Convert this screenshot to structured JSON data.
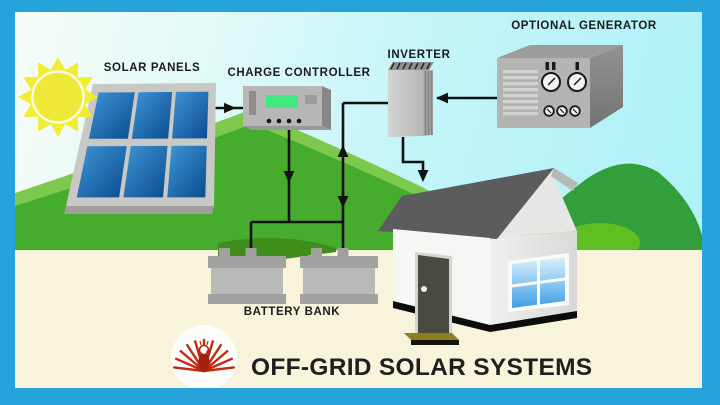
{
  "slide": {
    "labels": {
      "solar_panels": "SOLAR PANELS",
      "charge_controller": "CHARGE CONTROLLER",
      "inverter": "INVERTER",
      "optional_generator": "OPTIONAL GENERATOR",
      "battery_bank": "BATTERY BANK"
    },
    "footer": {
      "title": "OFF-GRID SOLAR SYSTEMS",
      "logo": "phoenix-logo"
    },
    "connections": [
      {
        "from": "solar-panels",
        "to": "charge-controller",
        "direction": "one-way"
      },
      {
        "from": "charge-controller",
        "to": "battery-bank",
        "direction": "one-way"
      },
      {
        "from": "battery-bank",
        "to": "inverter",
        "direction": "two-way"
      },
      {
        "from": "optional-generator",
        "to": "inverter",
        "direction": "one-way"
      },
      {
        "from": "inverter",
        "to": "house",
        "direction": "one-way"
      }
    ],
    "palette": {
      "border_blue": "#27a3db",
      "sky_light": "#f7fcf9",
      "sky_cyan": "#aaf1f8",
      "hill_rim_green": "#7cc94e",
      "hill_main_green": "#46ac2e",
      "hill_back_green": "#339f3b",
      "hill_dark_green": "#3f8e1c",
      "ground_cream": "#f8f4dc",
      "sun_yellow": "#f2ec33",
      "panel_blue": "#0b4a90",
      "display_green": "#40e87d",
      "wire_black": "#121212",
      "logo_red": "#c22a12",
      "text_dark": "#1b1b1b"
    }
  }
}
